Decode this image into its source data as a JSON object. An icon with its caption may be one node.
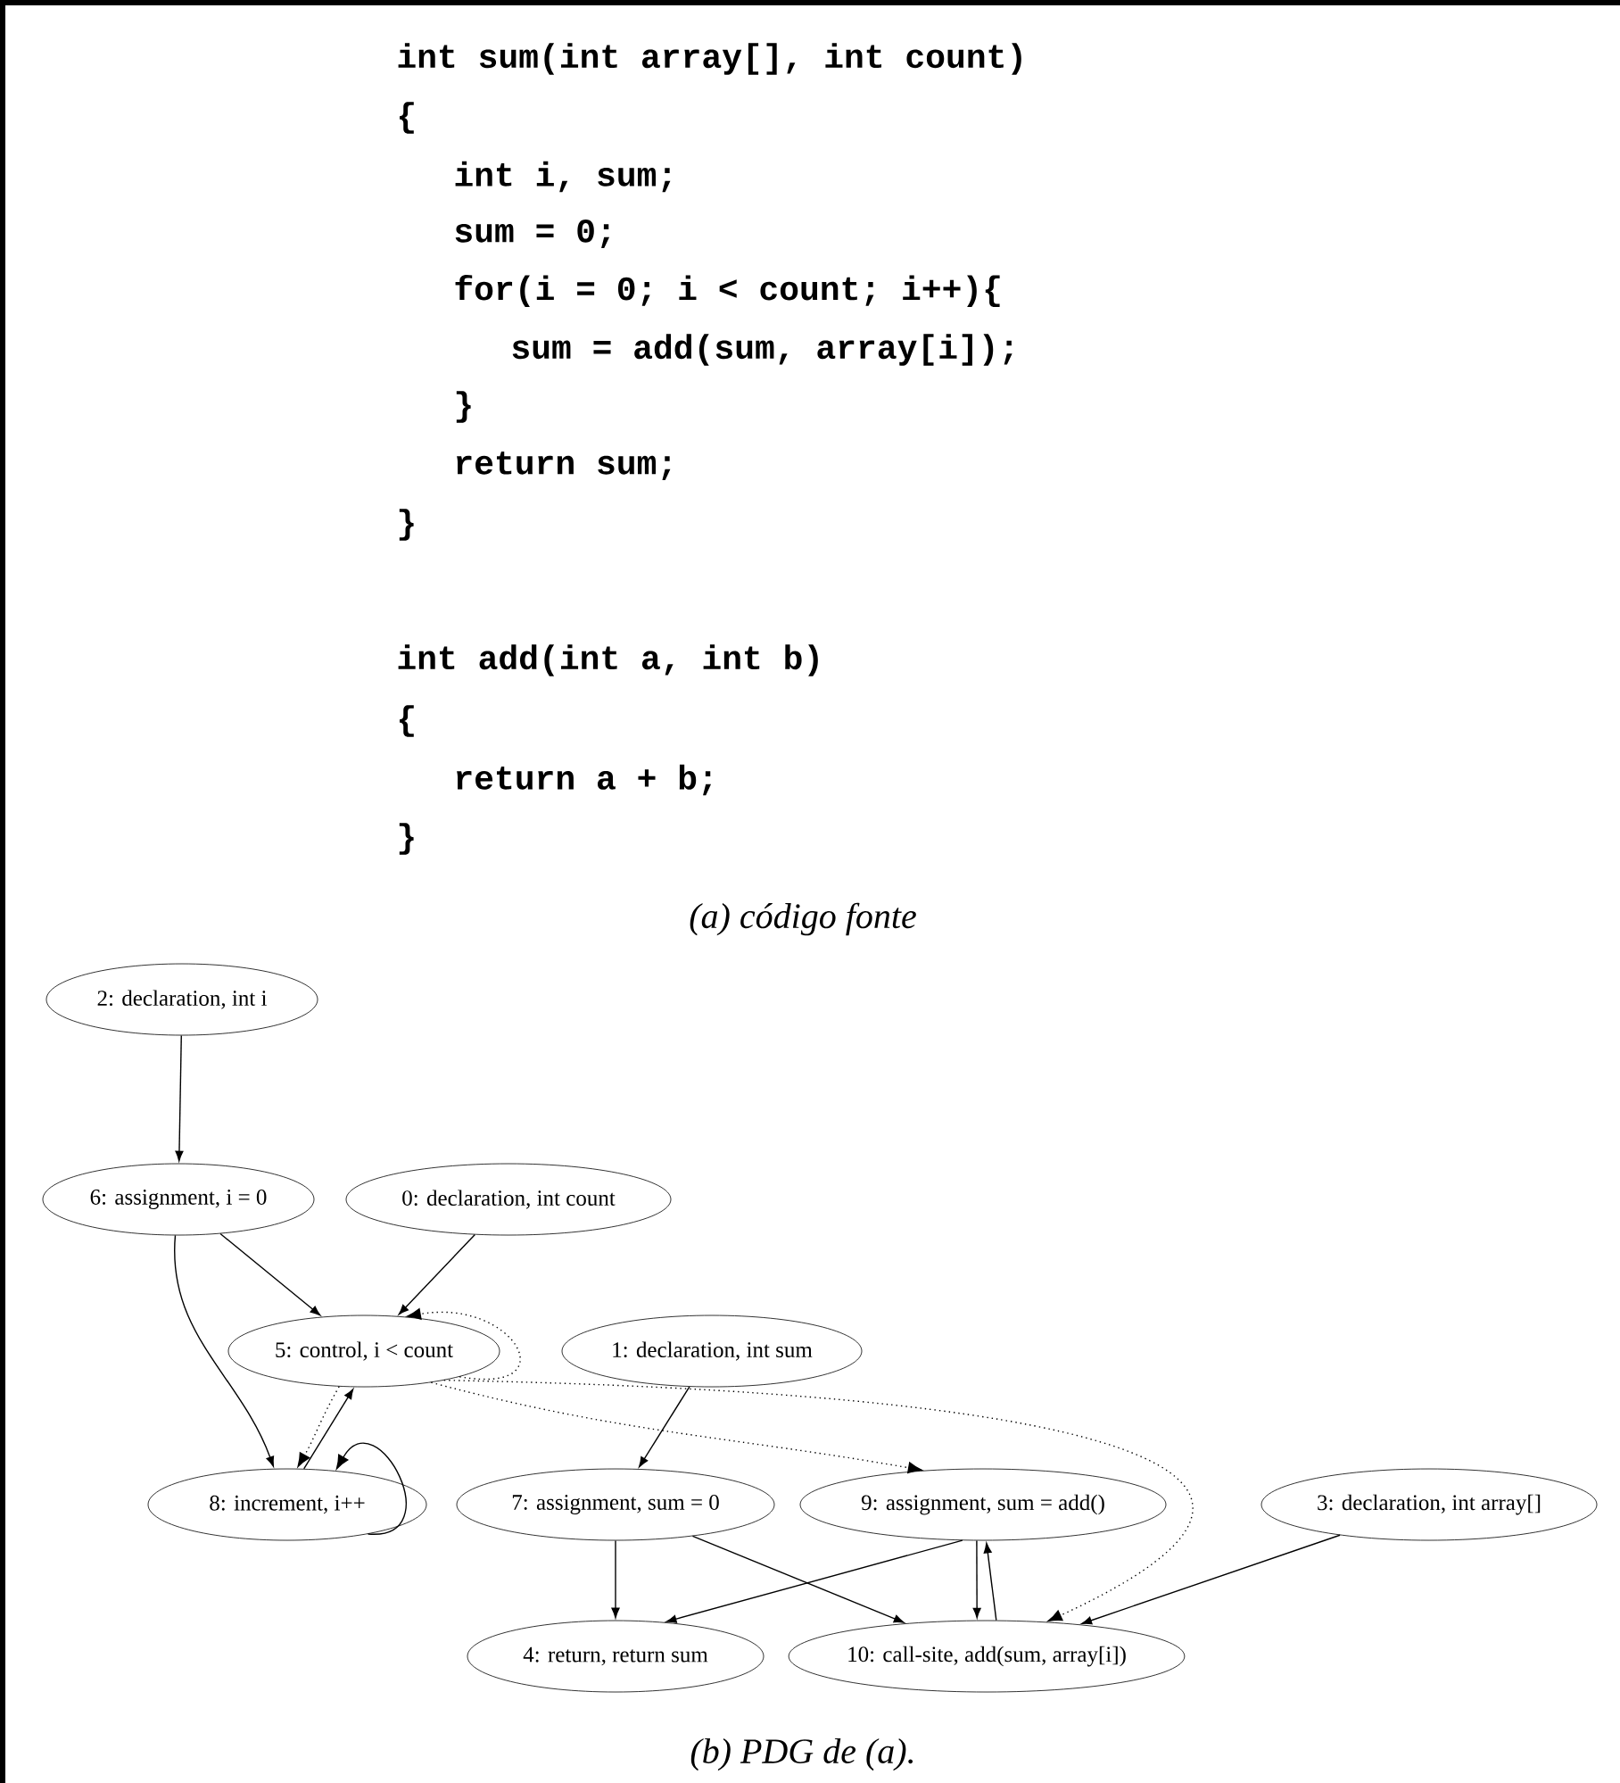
{
  "diagram": {
    "nodes": [
      {
        "text": [
          "2: declaration, int i"
        ]
      },
      {
        "text": [
          "6: assignment, i = 0"
        ]
      },
      {
        "text": [
          "0: declaration, int count"
        ]
      },
      {
        "text": [
          "5: control, i < count"
        ]
      },
      {
        "text": [
          "1: declaration, int sum"
        ]
      },
      {
        "text": [
          "8: increment, i++"
        ]
      },
      {
        "text": [
          "7: assignment, sum = 0"
        ]
      },
      {
        "text": [
          "9: assignment, sum = add()"
        ]
      },
      {
        "text": [
          "3: declaration, int array[]"
        ]
      },
      {
        "text": [
          "4: return, return sum"
        ]
      },
      {
        "text": [
          "10: call-site, add(sum, array[i])"
        ]
      }
    ],
    "edges": [
      {
        "from": 0,
        "to": 1,
        "arrow": "to"
      },
      {
        "from": 1,
        "to": 3,
        "arrow": "to"
      },
      {
        "from": 2,
        "to": 3,
        "arrow": "to"
      },
      {
        "from": 1,
        "to": 5,
        "arrow": "to"
      },
      {
        "from": 3,
        "to": 3,
        "arrow": "to",
        "style": "dashed"
      },
      {
        "from": 4,
        "to": 6,
        "arrow": "to"
      },
      {
        "from": 3,
        "to": 5,
        "arrow": "to",
        "style": "dashed"
      },
      {
        "from": 5,
        "to": 3,
        "arrow": "to"
      },
      {
        "from": 5,
        "to": 5,
        "arrow": "to"
      },
      {
        "from": 3,
        "to": 7,
        "arrow": "to",
        "style": "dashed"
      },
      {
        "from": 3,
        "to": 10,
        "arrow": "to",
        "style": "dashed"
      },
      {
        "from": 6,
        "to": 9,
        "arrow": "to"
      },
      {
        "from": 6,
        "to": 10,
        "arrow": "to"
      },
      {
        "from": 7,
        "to": 9,
        "arrow": "to"
      },
      {
        "from": 7,
        "to": 10,
        "arrow": "to"
      },
      {
        "from": 10,
        "to": 7,
        "arrow": "to"
      },
      {
        "from": 8,
        "to": 10,
        "arrow": "to"
      }
    ],
    "labels": [
      "int sum(int array[], int count)",
      "{",
      "int i, sum;",
      "sum = 0;",
      "for(i = 0; i < count; i++){",
      "sum = add(sum, array[i]);",
      "}",
      "return sum;",
      "}",
      "int add(int a, int b)",
      "{",
      "return a + b;",
      "}",
      "(a) código fonte",
      "(b) PDG de (a)."
    ]
  }
}
